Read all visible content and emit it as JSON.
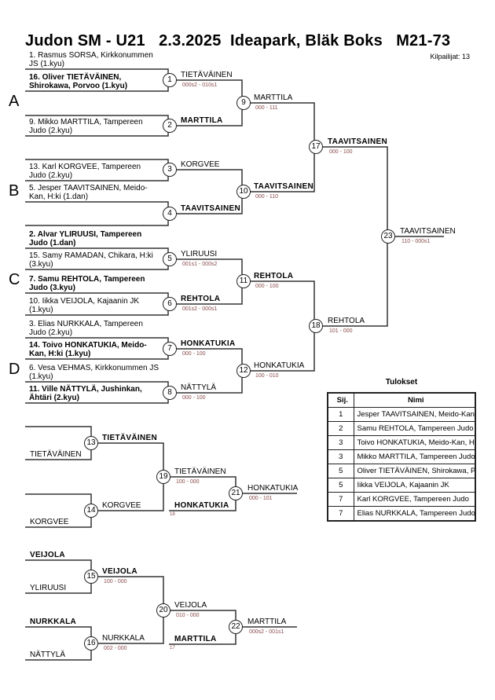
{
  "header": {
    "title": "Judon SM - U21   2.3.2025  Ideapark, Bläk Boks   M21-73",
    "competitors": "Kilpailijat: 13"
  },
  "pools": [
    "A",
    "B",
    "C",
    "D"
  ],
  "entries": [
    {
      "name": "1. Rasmus SORSA, Kirkkonummen JS (1.kyu)",
      "bold": false
    },
    {
      "name": "16. Oliver TIETÄVÄINEN, Shirokawa, Porvoo (1.kyu)",
      "bold": true
    },
    {
      "name": "",
      "bold": false
    },
    {
      "name": "9. Mikko MARTTILA, Tampereen Judo (2.kyu)",
      "bold": false
    },
    {
      "name": "",
      "bold": false
    },
    {
      "name": "13. Karl KORGVEE, Tampereen Judo (2.kyu)",
      "bold": false
    },
    {
      "name": "5. Jesper TAAVITSAINEN, Meido-Kan, H:ki (1.dan)",
      "bold": false
    },
    {
      "name": "",
      "bold": false
    },
    {
      "name": "2. Alvar YLIRUUSI, Tampereen Judo (1.dan)",
      "bold": true
    },
    {
      "name": "15. Samy RAMADAN, Chikara, H:ki (3.kyu)",
      "bold": false
    },
    {
      "name": "7. Samu REHTOLA, Tampereen Judo (3.kyu)",
      "bold": true
    },
    {
      "name": "10. Iikka VEIJOLA, Kajaanin JK (1.kyu)",
      "bold": false
    },
    {
      "name": "3. Elias NURKKALA, Tampereen Judo (2.kyu)",
      "bold": false
    },
    {
      "name": "14. Toivo HONKATUKIA, Meido-Kan, H:ki (1.kyu)",
      "bold": true
    },
    {
      "name": "6. Vesa VEHMAS, Kirkkonummen JS (1.kyu)",
      "bold": false
    },
    {
      "name": "11. Ville NÄTTYLÄ, Jushinkan, Ähtäri (2.kyu)",
      "bold": true
    }
  ],
  "repechage_entries": [
    {
      "name": "",
      "bold": false
    },
    {
      "name": "TIETÄVÄINEN",
      "bold": false
    },
    {
      "name": "",
      "bold": false
    },
    {
      "name": "KORGVEE",
      "bold": false
    },
    {
      "name": "VEIJOLA",
      "bold": true
    },
    {
      "name": "YLIRUUSI",
      "bold": false
    },
    {
      "name": "NURKKALA",
      "bold": true
    },
    {
      "name": "NÄTTYLÄ",
      "bold": false
    }
  ],
  "matches": [
    {
      "no": "1",
      "winner": "TIETÄVÄINEN",
      "bold": false,
      "score": "000s2 - 010s1"
    },
    {
      "no": "2",
      "winner": "MARTTILA",
      "bold": true,
      "score": ""
    },
    {
      "no": "3",
      "winner": "KORGVEE",
      "bold": false,
      "score": ""
    },
    {
      "no": "4",
      "winner": "TAAVITSAINEN",
      "bold": true,
      "score": ""
    },
    {
      "no": "5",
      "winner": "YLIRUUSI",
      "bold": false,
      "score": "001s1 - 000s2"
    },
    {
      "no": "6",
      "winner": "REHTOLA",
      "bold": true,
      "score": "001s2 - 000s1"
    },
    {
      "no": "7",
      "winner": "HONKATUKIA",
      "bold": true,
      "score": "000 - 100"
    },
    {
      "no": "8",
      "winner": "NÄTTYLÄ",
      "bold": false,
      "score": "000 - 100"
    },
    {
      "no": "9",
      "winner": "MARTTILA",
      "bold": false,
      "score": "000 - 111"
    },
    {
      "no": "10",
      "winner": "TAAVITSAINEN",
      "bold": true,
      "score": "000 - 110"
    },
    {
      "no": "11",
      "winner": "REHTOLA",
      "bold": true,
      "score": "000 - 100"
    },
    {
      "no": "12",
      "winner": "HONKATUKIA",
      "bold": false,
      "score": "100 - 010"
    },
    {
      "no": "17",
      "winner": "TAAVITSAINEN",
      "bold": true,
      "score": "000 - 100"
    },
    {
      "no": "18",
      "winner": "REHTOLA",
      "bold": false,
      "score": "101 - 000"
    },
    {
      "no": "23",
      "winner": "TAAVITSAINEN",
      "bold": false,
      "score": "110 - 000s1"
    },
    {
      "no": "13",
      "winner": "TIETÄVÄINEN",
      "bold": true,
      "score": ""
    },
    {
      "no": "14",
      "winner": "KORGVEE",
      "bold": false,
      "score": ""
    },
    {
      "no": "19",
      "winner": "TIETÄVÄINEN",
      "bold": false,
      "score": "100 - 000"
    },
    {
      "no": "21",
      "winner": "HONKATUKIA",
      "bold": false,
      "score": "000 - 101"
    },
    {
      "no": "15",
      "winner": "VEIJOLA",
      "bold": true,
      "score": "100 - 000"
    },
    {
      "no": "16",
      "winner": "NURKKALA",
      "bold": false,
      "score": "002 - 000"
    },
    {
      "no": "20",
      "winner": "VEIJOLA",
      "bold": false,
      "score": "010 - 000"
    },
    {
      "no": "22",
      "winner": "MARTTILA",
      "bold": false,
      "score": "000s2 - 001s1"
    }
  ],
  "semifinal_losers": [
    {
      "name": "HONKATUKIA",
      "from": "18"
    },
    {
      "name": "MARTTILA",
      "from": "17"
    }
  ],
  "results": {
    "title": "Tulokset",
    "headers": [
      "Sij.",
      "Nimi"
    ],
    "rows": [
      [
        "1",
        "Jesper TAAVITSAINEN, Meido-Kan, H:ki"
      ],
      [
        "2",
        "Samu REHTOLA, Tampereen Judo"
      ],
      [
        "3",
        "Toivo HONKATUKIA, Meido-Kan, H:ki"
      ],
      [
        "3",
        "Mikko MARTTILA, Tampereen Judo"
      ],
      [
        "5",
        "Oliver TIETÄVÄINEN, Shirokawa, Porvoo"
      ],
      [
        "5",
        "Iikka VEIJOLA, Kajaanin JK"
      ],
      [
        "7",
        "Karl KORGVEE, Tampereen Judo"
      ],
      [
        "7",
        "Elias NURKKALA, Tampereen Judo"
      ]
    ]
  }
}
